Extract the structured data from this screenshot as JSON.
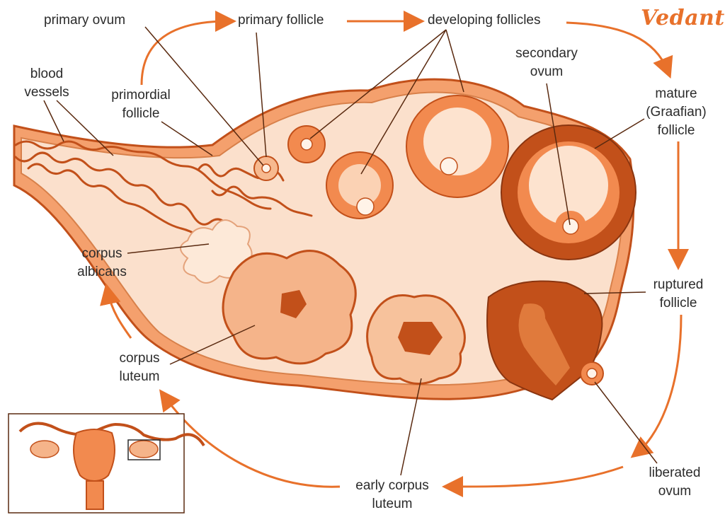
{
  "brand": "Vedantu",
  "colors": {
    "accent": "#e8712b",
    "tissue": "#fbe0cc",
    "dark_tissue": "#e07a3c",
    "deep": "#c2501a"
  },
  "labels": {
    "primary_ovum": "primary ovum",
    "primary_follicle": "primary follicle",
    "developing_follicles": "developing follicles",
    "blood_vessels": [
      "blood",
      "vessels"
    ],
    "primordial_follicle": [
      "primordial",
      "follicle"
    ],
    "secondary_ovum": [
      "secondary",
      "ovum"
    ],
    "mature_follicle": [
      "mature",
      "(Graafian)",
      "follicle"
    ],
    "corpus_albicans": [
      "corpus",
      "albicans"
    ],
    "ruptured_follicle": [
      "ruptured",
      "follicle"
    ],
    "corpus_luteum": [
      "corpus",
      "luteum"
    ],
    "early_corpus_luteum": [
      "early corpus",
      "luteum"
    ],
    "liberated_ovum": [
      "liberated",
      "ovum"
    ]
  }
}
